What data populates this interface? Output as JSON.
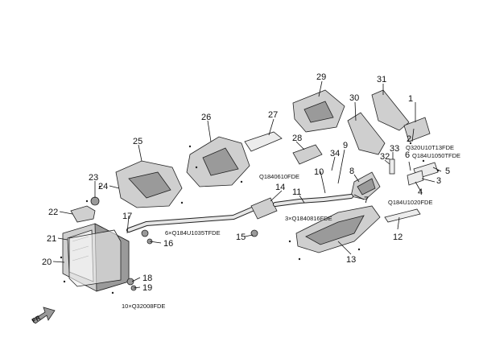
{
  "callouts": {
    "c1": "1",
    "c2": "2",
    "c3": "3",
    "c4": "4",
    "c5": "5",
    "c6": "6",
    "c7": "7",
    "c8": "8",
    "c9": "9",
    "c10": "10",
    "c11": "11",
    "c12": "12",
    "c13": "13",
    "c14": "14",
    "c15": "15",
    "c16": "16",
    "c17": "17",
    "c18": "18",
    "c19": "19",
    "c20": "20",
    "c21": "21",
    "c22": "22",
    "c23": "23",
    "c24": "24",
    "c25": "25",
    "c26": "26",
    "c27": "27",
    "c28": "28",
    "c29": "29",
    "c30": "30",
    "c31": "31",
    "c32": "32",
    "c33": "33",
    "c34": "34"
  },
  "part_codes": {
    "q320": "Q320U10T13FDE",
    "q184_1050": "Q184U1050TFDE",
    "q184_1020": "Q184U1020FDE",
    "q184_0610": "Q1840610FDE",
    "q184_0816": "3×Q1840816FDE",
    "q184_1035": "6×Q184U1035TFDE",
    "q320_08": "10×Q32008FDE"
  },
  "fr_label": "FR"
}
